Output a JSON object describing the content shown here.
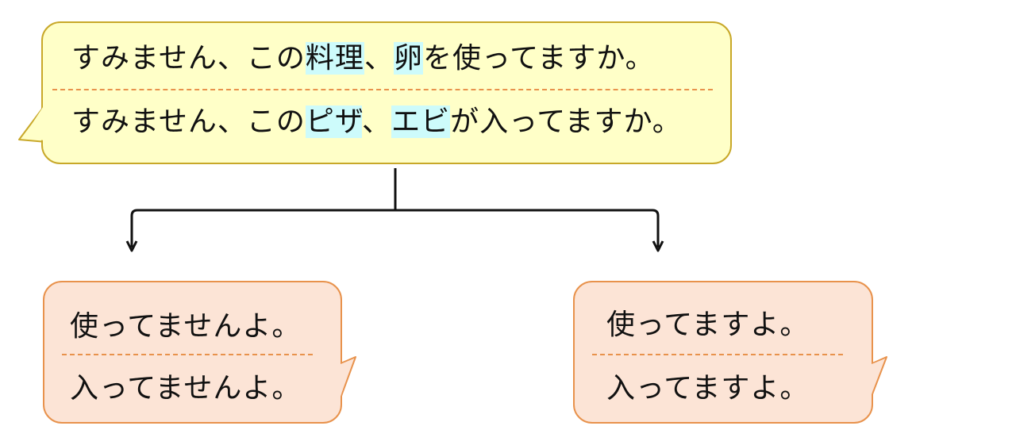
{
  "question": {
    "line1": {
      "part1": "すみません、この",
      "hl1": "料理",
      "part2": "、",
      "hl2": "卵",
      "part3": "を使ってますか。"
    },
    "line2": {
      "part1": "すみません、この",
      "hl1": "ピザ",
      "part2": "、",
      "hl2": "エビ",
      "part3": "が入ってますか。"
    }
  },
  "answers": {
    "negative": {
      "line1": "使ってませんよ。",
      "line2": "入ってませんよ。"
    },
    "positive": {
      "line1": "使ってますよ。",
      "line2": "入ってますよ。"
    }
  },
  "colors": {
    "question_fill": "#ffffc8",
    "question_border": "#c8a829",
    "answer_fill": "#fce4d6",
    "answer_border": "#e8924c",
    "highlight": "#cdfbfb",
    "connector": "#111111"
  }
}
